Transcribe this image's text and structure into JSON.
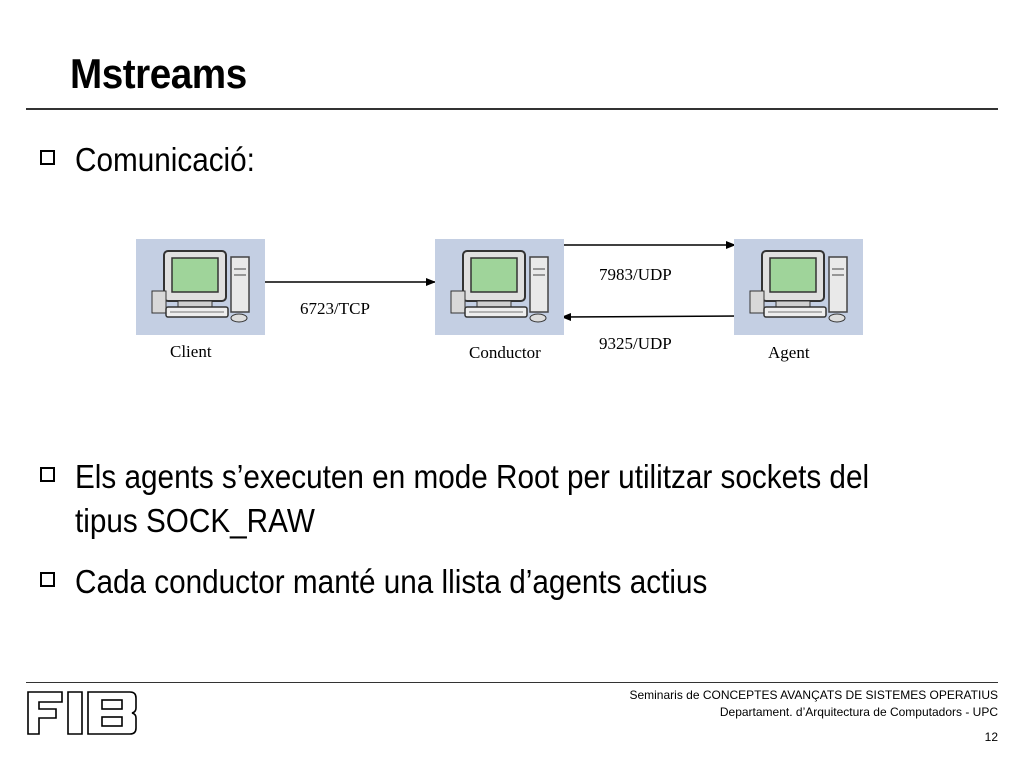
{
  "slide": {
    "title": "Mstreams",
    "bullets": [
      {
        "text": "Comunicació:"
      },
      {
        "line1": "Els agents s’executen en mode Root per utilitzar sockets del",
        "line2": "tipus SOCK_RAW"
      },
      {
        "text": "Cada conductor manté una llista d’agents actius"
      }
    ]
  },
  "diagram": {
    "nodes": {
      "client": "Client",
      "conductor": "Conductor",
      "agent": "Agent"
    },
    "links": {
      "client_to_conductor": "6723/TCP",
      "conductor_to_agent": "7983/UDP",
      "agent_to_conductor": "9325/UDP"
    },
    "icon": "computer-icon"
  },
  "footer": {
    "line1": "Seminaris de CONCEPTES AVANÇATS DE SISTEMES OPERATIUS",
    "line2": "Departament.  d’Arquitectura de Computadors - UPC",
    "page": "12",
    "logo": "FIB"
  }
}
